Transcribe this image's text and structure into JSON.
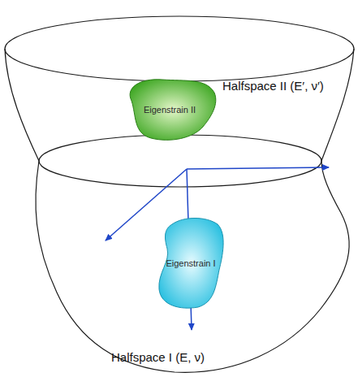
{
  "diagram": {
    "nodes": [
      {
        "text": [
          "Eigenstrain II"
        ]
      },
      {
        "text": [
          "Eigenstrain I"
        ]
      }
    ],
    "labels": [
      "Halfspace II (E′, ν′)",
      "Halfspace I (E, ν)"
    ]
  }
}
